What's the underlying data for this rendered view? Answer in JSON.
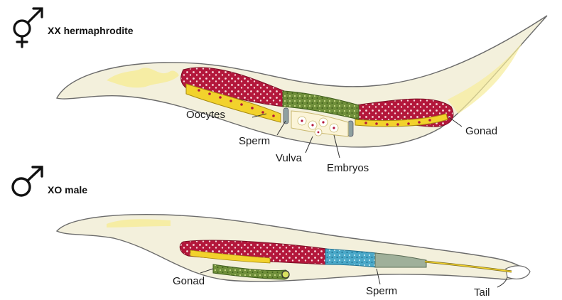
{
  "hermaphrodite": {
    "title": "XX hermaphrodite",
    "symbol_icon": "hermaphrodite-symbol-icon",
    "labels": {
      "oocytes": "Oocytes",
      "sperm": "Sperm",
      "vulva": "Vulva",
      "embryos": "Embryos",
      "gonad": "Gonad"
    }
  },
  "male": {
    "title": "XO male",
    "symbol_icon": "male-symbol-icon",
    "labels": {
      "gonad": "Gonad",
      "sperm": "Sperm",
      "tail": "Tail"
    }
  },
  "colors": {
    "body_fill": "#f3f0dc",
    "body_outline": "#6b6b6b",
    "gut_yellow": "#f6ec9a",
    "gonad_red": "#b3173b",
    "germ_yellow": "#f2d22c",
    "sperm_green": "#6f8f3a",
    "sperm_blue": "#3aa6c8"
  }
}
